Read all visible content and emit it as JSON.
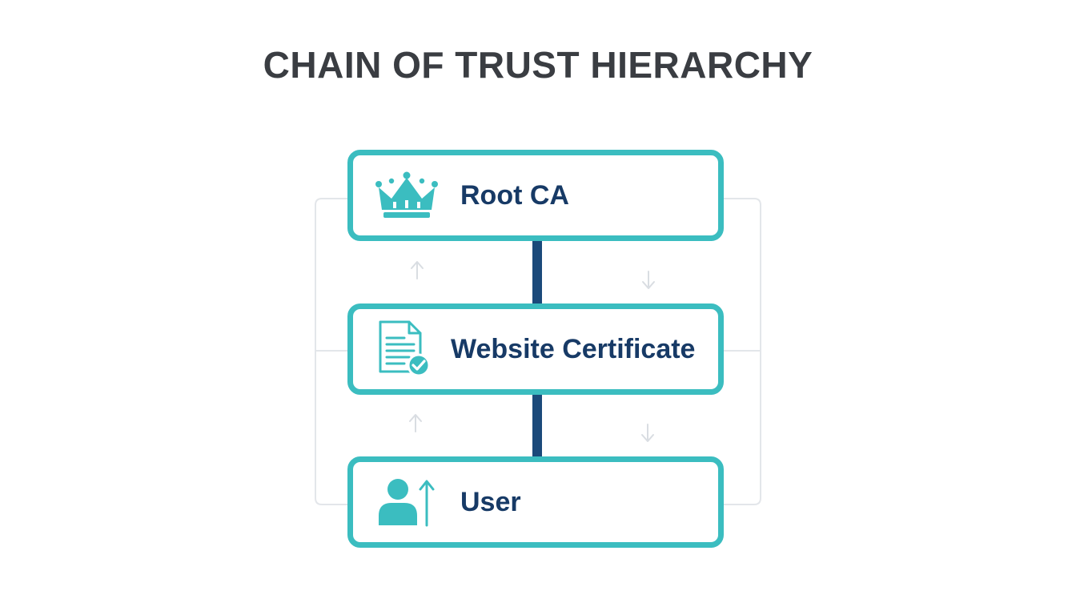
{
  "title": "CHAIN OF TRUST HIERARCHY",
  "nodes": [
    {
      "label": "Root CA",
      "icon": "crown-icon"
    },
    {
      "label": "Website Certificate",
      "icon": "certificate-document-icon"
    },
    {
      "label": "User",
      "icon": "user-upload-icon"
    }
  ],
  "colors": {
    "title": "#3a3d42",
    "node_border": "#3bbdc0",
    "node_text": "#173a66",
    "connector": "#1b4a7a",
    "faint_lines": "#e3e6ea"
  }
}
